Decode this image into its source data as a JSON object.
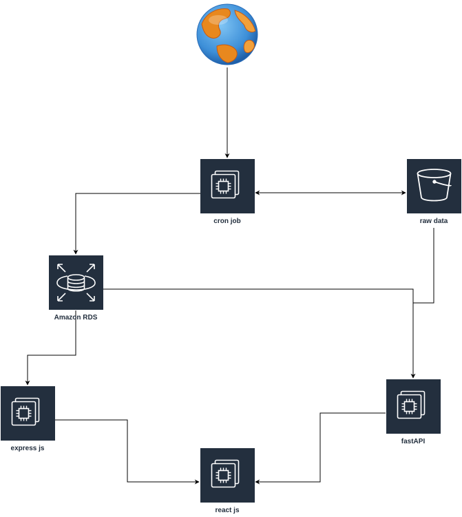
{
  "nodes": [
    {
      "id": "internet",
      "icon": "globe-icon",
      "label": ""
    },
    {
      "id": "cron-job",
      "icon": "ec2-instance-icon",
      "label": "cron job"
    },
    {
      "id": "raw-data",
      "icon": "s3-bucket-icon",
      "label": "raw data"
    },
    {
      "id": "amazon-rds",
      "icon": "rds-database-icon",
      "label": "Amazon RDS"
    },
    {
      "id": "express-js",
      "icon": "ec2-instance-icon",
      "label": "express js"
    },
    {
      "id": "fastapi",
      "icon": "ec2-instance-icon",
      "label": "fastAPI"
    },
    {
      "id": "react-js",
      "icon": "ec2-instance-icon",
      "label": "react js"
    }
  ],
  "edges": [
    {
      "from": "internet",
      "to": "cron-job",
      "direction": "forward"
    },
    {
      "from": "cron-job",
      "to": "raw-data",
      "direction": "both"
    },
    {
      "from": "cron-job",
      "to": "amazon-rds",
      "direction": "forward"
    },
    {
      "from": "amazon-rds",
      "to": "fastapi",
      "direction": "forward"
    },
    {
      "from": "raw-data",
      "to": "fastapi",
      "direction": "forward"
    },
    {
      "from": "amazon-rds",
      "to": "express-js",
      "direction": "forward"
    },
    {
      "from": "express-js",
      "to": "react-js",
      "direction": "forward"
    },
    {
      "from": "fastapi",
      "to": "react-js",
      "direction": "forward"
    }
  ],
  "colors": {
    "node_fill": "#232F3E",
    "icon_stroke": "#FFFFFF",
    "edge": "#000000",
    "globe_ocean": "#3D8FD8",
    "globe_land": "#E8881E"
  }
}
